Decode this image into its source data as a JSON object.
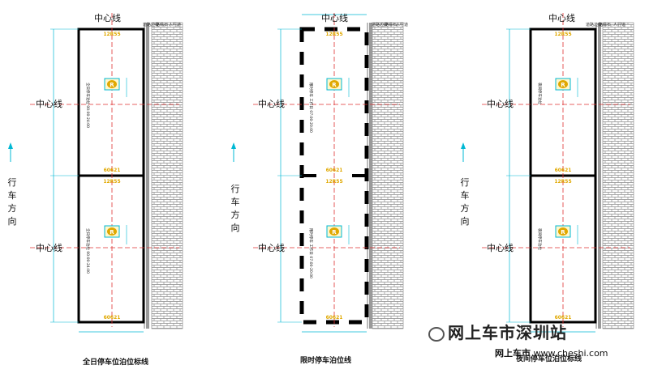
{
  "diagram": {
    "panels": [
      {
        "id": "all-day",
        "title": "全日停车位泊位标线",
        "center_label": "中心线",
        "direction_label": [
          "行",
          "车",
          "方",
          "向"
        ],
        "curb_label": "道路边线",
        "kerb_label": "路缘石",
        "sidewalk_label": "人行道",
        "slot_numbers": [
          "12R55",
          "60621",
          "12R55",
          "60621"
        ],
        "sign_text": "全日停车泊位 00:00-24:00",
        "style": "solid"
      },
      {
        "id": "time-limited",
        "title": "限时停车泊位线",
        "center_label": "中心线",
        "direction_label": [
          "行",
          "车",
          "方",
          "向"
        ],
        "curb_label": "道路边线",
        "kerb_label": "路缘石",
        "sidewalk_label": "人行道",
        "slot_numbers": [
          "12R55",
          "60621",
          "12R55",
          "60621"
        ],
        "sign_text": "限时停车 工作日 07:00-20:00",
        "style": "dashed"
      },
      {
        "id": "night",
        "title": "夜间停车位泊位标线",
        "center_label": "中心线",
        "direction_label": [
          "行",
          "车",
          "方",
          "向"
        ],
        "curb_label": "道路边线",
        "kerb_label": "路缘石",
        "sidewalk_label": "人行道",
        "slot_numbers": [
          "12R55",
          "60621",
          "12R55",
          "60621"
        ],
        "sign_text": "夜间停车泊位",
        "style": "solid"
      }
    ]
  },
  "watermark": {
    "main": "网上车市深圳站",
    "sub_name": "网上车市",
    "sub_url": "www.cheshi.com"
  },
  "colors": {
    "center_line": "#e03030",
    "dimension": "#00b8d4",
    "slot_number": "#e0a800",
    "marking": "#000000",
    "brick": "#7a7a7a"
  }
}
